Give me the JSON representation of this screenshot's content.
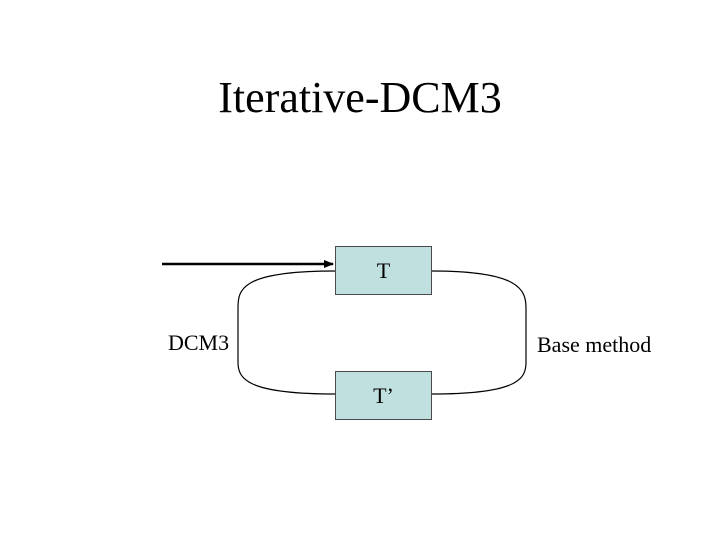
{
  "slide": {
    "title": "Iterative-DCM3"
  },
  "diagram": {
    "nodes": [
      {
        "id": "T",
        "label": "T"
      },
      {
        "id": "T_prime",
        "label": "T’"
      }
    ],
    "edges": [
      {
        "from": "T",
        "to": "T_prime",
        "label": "DCM3"
      },
      {
        "from": "T_prime",
        "to": "T",
        "label": "Base method"
      }
    ],
    "labels": {
      "left": "DCM3",
      "right": "Base method"
    },
    "colors": {
      "box_fill": "#c0e0e0",
      "box_border": "#4a4a4a",
      "line": "#000000"
    }
  }
}
